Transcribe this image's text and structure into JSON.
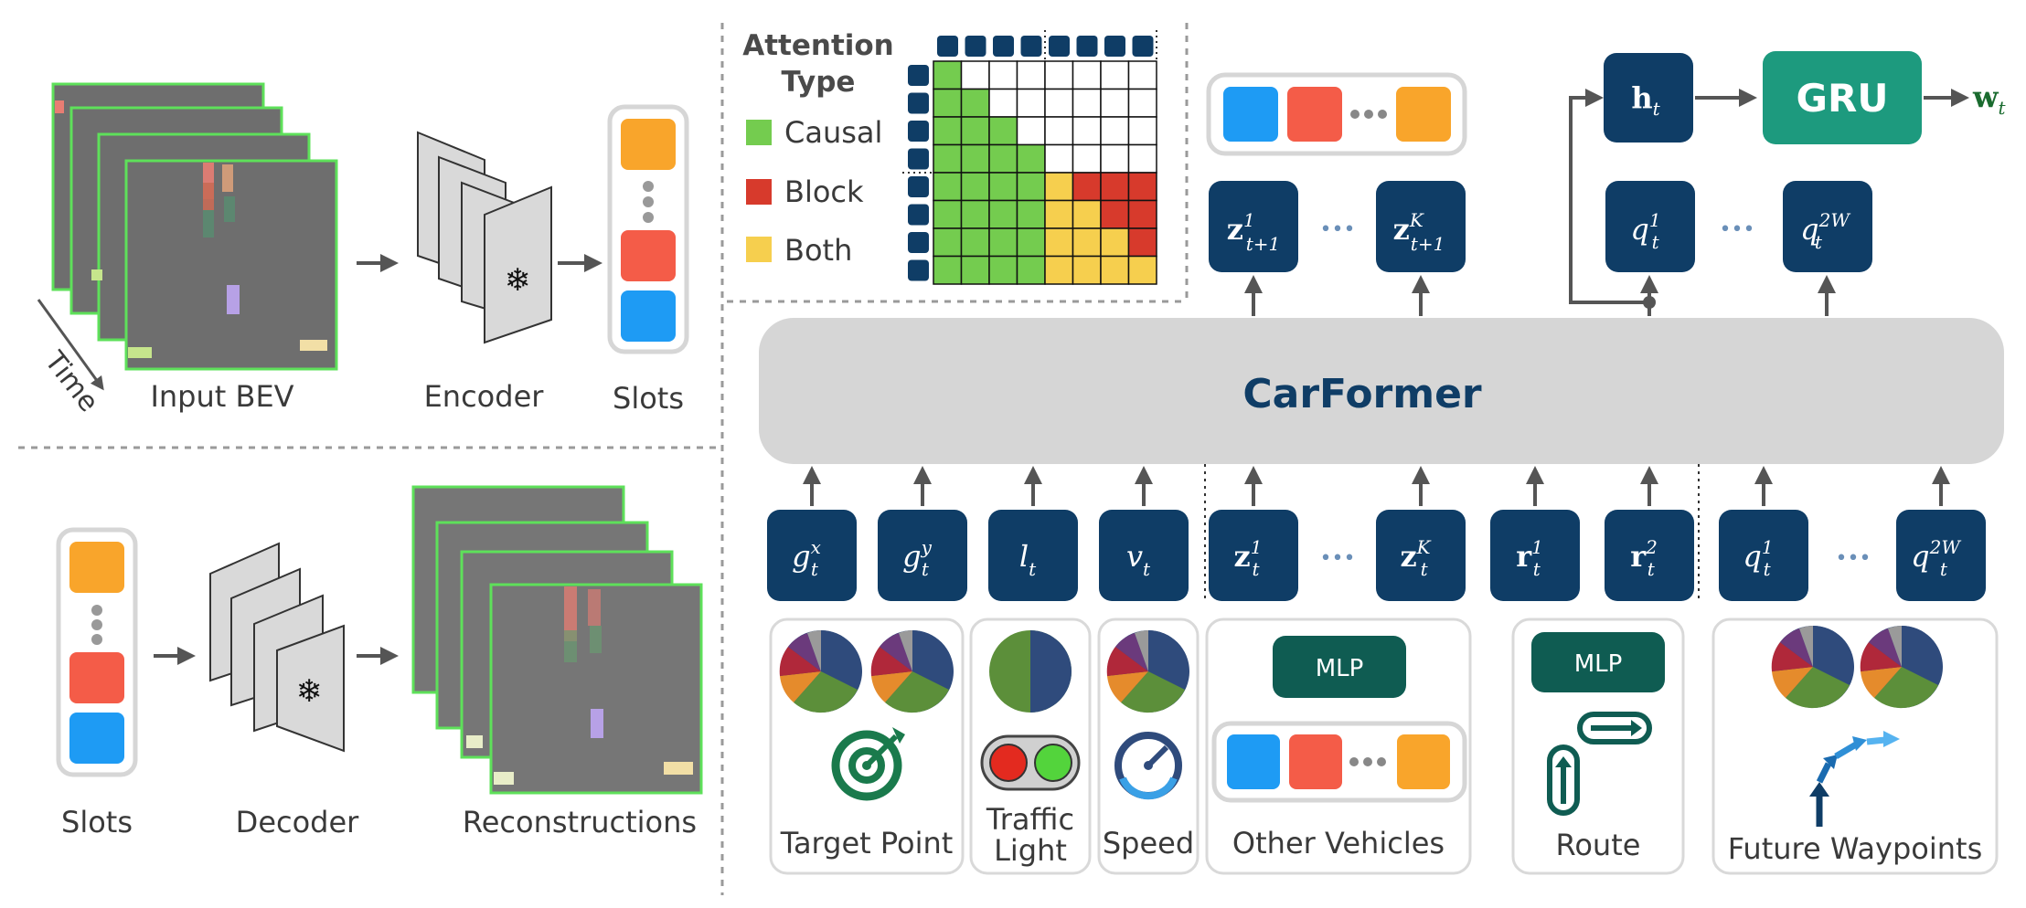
{
  "left": {
    "input_bev_label": "Input BEV",
    "time_label": "Time",
    "encoder_label": "Encoder",
    "slots_label_top": "Slots",
    "slots_label_bottom": "Slots",
    "decoder_label": "Decoder",
    "reconstructions_label": "Reconstructions",
    "slot_colors": [
      "#f9a52b",
      "#f45c48",
      "#1e9bf4"
    ]
  },
  "attention": {
    "title_line1": "Attention",
    "title_line2": "Type",
    "legend": [
      {
        "label": "Causal",
        "color": "#74cc4f"
      },
      {
        "label": "Block",
        "color": "#d73a2c"
      },
      {
        "label": "Both",
        "color": "#f6cf4e"
      }
    ]
  },
  "carformer": {
    "title": "CarFormer",
    "gru_label": "GRU",
    "ellipsis": "•••"
  },
  "inputs": {
    "target_point": "Target Point",
    "traffic_light_line1": "Traffic",
    "traffic_light_line2": "Light",
    "speed": "Speed",
    "other_vehicles": "Other Vehicles",
    "route": "Route",
    "future_waypoints": "Future Waypoints",
    "mlp_vehicles": "MLP",
    "mlp_route": "MLP"
  },
  "colors": {
    "token": "#0f3d66",
    "gru": "#1d9a7e",
    "mlp": "#0f5c52",
    "carformer_bg": "#d6d6d6",
    "carformer_text": "#0f3d66"
  }
}
